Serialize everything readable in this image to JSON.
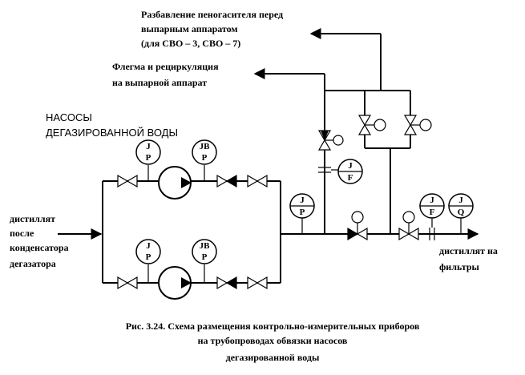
{
  "labels": {
    "dilution_line1": "Разбавление пеногасителя перед",
    "dilution_line2": "выпарным аппаратом",
    "dilution_line3": "(для СВО – 3, СВО – 7)",
    "phlegm_line1": "Флегма и рециркуляция",
    "phlegm_line2": "на выпарной аппарат",
    "pumps_line1": "НАСОСЫ",
    "pumps_line2": "ДЕГАЗИРОВАННОЙ  ВОДЫ",
    "inlet_line1": "дистиллят",
    "inlet_line2": "после",
    "inlet_line3": "конденсатора",
    "inlet_line4": "дегазатора",
    "outlet_line1": "дистиллят на",
    "outlet_line2": "фильтры"
  },
  "instruments": {
    "pump1_left": {
      "top": "J",
      "bottom": "P"
    },
    "pump1_right": {
      "top": "JB",
      "bottom": "P"
    },
    "pump2_left": {
      "top": "J",
      "bottom": "P"
    },
    "pump2_right": {
      "top": "JB",
      "bottom": "P"
    },
    "header_pressure": {
      "top": "J",
      "bottom": "P"
    },
    "recirc_flow": {
      "top": "J",
      "bottom": "F"
    },
    "outlet_flow": {
      "top": "J",
      "bottom": "F"
    },
    "outlet_quality": {
      "top": "J",
      "bottom": "Q"
    }
  },
  "caption": {
    "line1": "Рис. 3.24. Схема размещения контрольно-измерительных приборов",
    "line2": "на трубопроводах обвязки насосов",
    "line3": "дегазированной воды"
  }
}
